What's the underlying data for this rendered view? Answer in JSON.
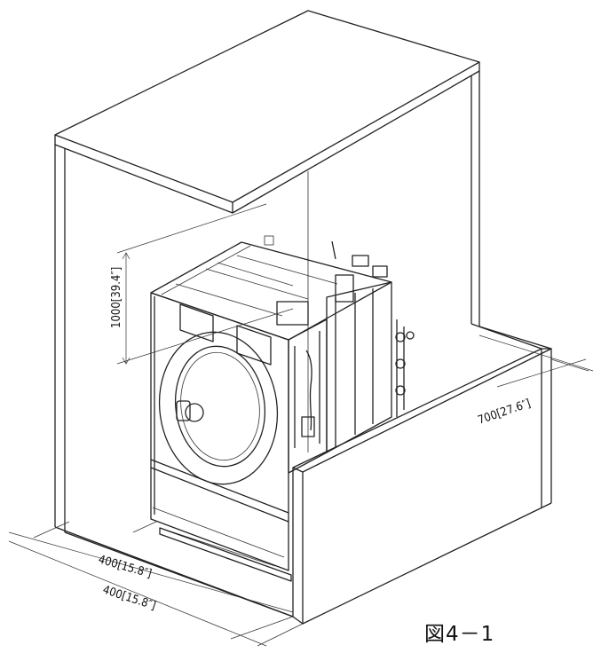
{
  "figure_label": "図4－1",
  "dimensions": {
    "height": "1000[39.4″]",
    "depth": "700[27.6″]",
    "left_clearance": "400[15.8″]",
    "front_clearance": "400[15.8″]"
  }
}
